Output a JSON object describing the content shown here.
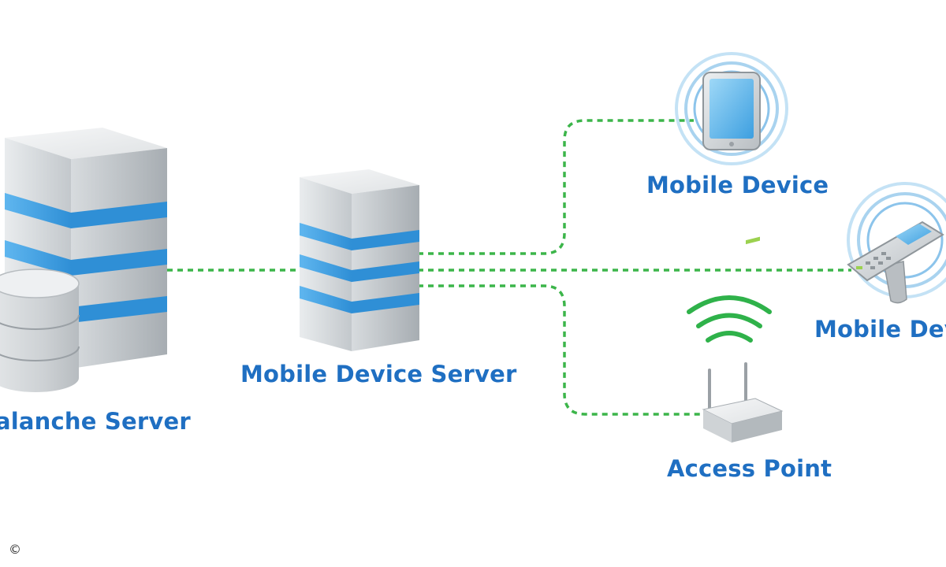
{
  "colors": {
    "label": "#1f6fc2",
    "link": "#3cb54a",
    "stripe": "#4aa8e8",
    "server_body": "#cfd3d6",
    "wifi": "#2fb24a",
    "halo": "#a9d3ef"
  },
  "nodes": {
    "avalanche_server": {
      "label": "alanche Server",
      "icon": "server-tower-icon"
    },
    "database": {
      "icon": "database-icon"
    },
    "mobile_device_server": {
      "label": "Mobile Device Server",
      "icon": "server-tower-icon"
    },
    "mobile_device_tablet": {
      "label": "Mobile Device",
      "icon": "tablet-icon"
    },
    "mobile_device_handheld": {
      "label": "Mobile Dev",
      "icon": "handheld-scanner-icon"
    },
    "access_point": {
      "label": "Access Point",
      "icon": "wifi-router-icon"
    }
  },
  "links": [
    {
      "from": "avalanche_server",
      "to": "mobile_device_server",
      "style": "dashed"
    },
    {
      "from": "mobile_device_server",
      "to": "mobile_device_tablet",
      "style": "dashed"
    },
    {
      "from": "mobile_device_server",
      "to": "mobile_device_handheld",
      "style": "dashed"
    },
    {
      "from": "mobile_device_server",
      "to": "access_point",
      "style": "dashed"
    }
  ],
  "footer": {
    "copyright": "©"
  }
}
